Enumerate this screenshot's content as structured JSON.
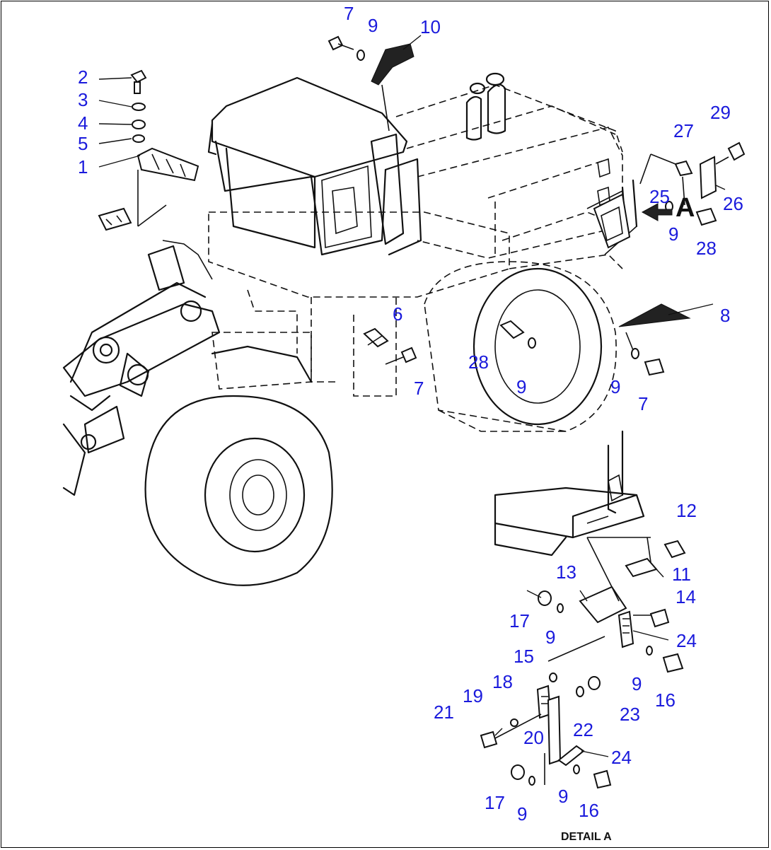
{
  "diagram": {
    "detail_caption": "DETAIL A",
    "view_marker": "A",
    "accent_color": "#1a1adc",
    "callouts": [
      {
        "id": "c7a",
        "label": "7"
      },
      {
        "id": "c9a",
        "label": "9"
      },
      {
        "id": "c10",
        "label": "10"
      },
      {
        "id": "c2",
        "label": "2"
      },
      {
        "id": "c3",
        "label": "3"
      },
      {
        "id": "c4",
        "label": "4"
      },
      {
        "id": "c5",
        "label": "5"
      },
      {
        "id": "c1",
        "label": "1"
      },
      {
        "id": "c29",
        "label": "29"
      },
      {
        "id": "c27",
        "label": "27"
      },
      {
        "id": "c25",
        "label": "25"
      },
      {
        "id": "c26",
        "label": "26"
      },
      {
        "id": "c9b",
        "label": "9"
      },
      {
        "id": "c28a",
        "label": "28"
      },
      {
        "id": "c6",
        "label": "6"
      },
      {
        "id": "c8",
        "label": "8"
      },
      {
        "id": "c28b",
        "label": "28"
      },
      {
        "id": "c7b",
        "label": "7"
      },
      {
        "id": "c9c",
        "label": "9"
      },
      {
        "id": "c9d",
        "label": "9"
      },
      {
        "id": "c7c",
        "label": "7"
      },
      {
        "id": "c12",
        "label": "12"
      },
      {
        "id": "c11",
        "label": "11"
      },
      {
        "id": "c13",
        "label": "13"
      },
      {
        "id": "c14",
        "label": "14"
      },
      {
        "id": "c17a",
        "label": "17"
      },
      {
        "id": "c9e",
        "label": "9"
      },
      {
        "id": "c24a",
        "label": "24"
      },
      {
        "id": "c15",
        "label": "15"
      },
      {
        "id": "c9f",
        "label": "9"
      },
      {
        "id": "c16a",
        "label": "16"
      },
      {
        "id": "c18",
        "label": "18"
      },
      {
        "id": "c19",
        "label": "19"
      },
      {
        "id": "c23",
        "label": "23"
      },
      {
        "id": "c21",
        "label": "21"
      },
      {
        "id": "c22",
        "label": "22"
      },
      {
        "id": "c20",
        "label": "20"
      },
      {
        "id": "c24b",
        "label": "24"
      },
      {
        "id": "c17b",
        "label": "17"
      },
      {
        "id": "c9g",
        "label": "9"
      },
      {
        "id": "c16b",
        "label": "16"
      },
      {
        "id": "c9h",
        "label": "9"
      }
    ]
  }
}
